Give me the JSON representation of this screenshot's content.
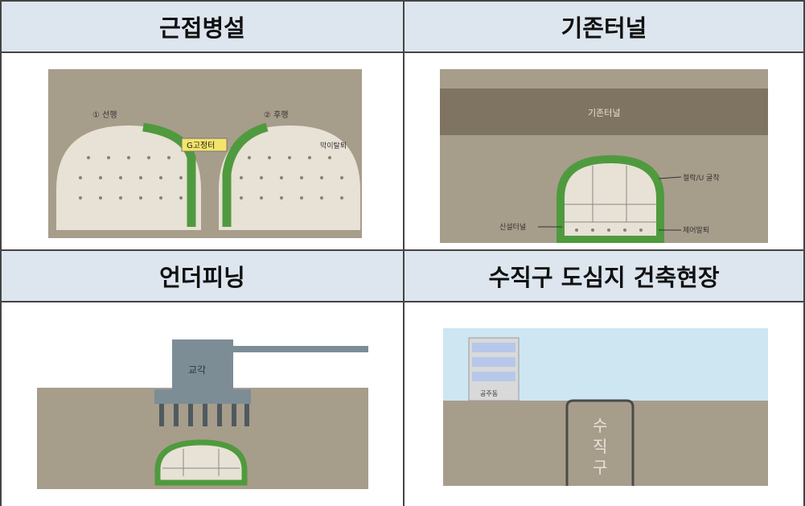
{
  "table": {
    "headers": [
      "근접병설",
      "기존터널",
      "언더피닝",
      "수직구 도심지 건축현장"
    ]
  },
  "figures": {
    "adjacent": {
      "left_label": "① 선행",
      "right_label": "② 후행",
      "center_tag": "G고정터",
      "side_label": "막이탈퇴"
    },
    "existing": {
      "band_label": "기존터널",
      "pointer_top": "절락/U 굴착",
      "pointer_left": "신설터널",
      "pointer_right": "제어말퇴"
    },
    "underpinning": {
      "pier_label": "교각"
    },
    "shaft": {
      "building_label": "공주동",
      "shaft_label": [
        "수",
        "직",
        "구"
      ]
    }
  },
  "colors": {
    "header_bg": "#dde6ee",
    "ground": "#a79d8b",
    "tunnel_lining": "#4f9a3e",
    "tunnel_fill": "#e8e1d6",
    "sky": "#cde6f2"
  }
}
